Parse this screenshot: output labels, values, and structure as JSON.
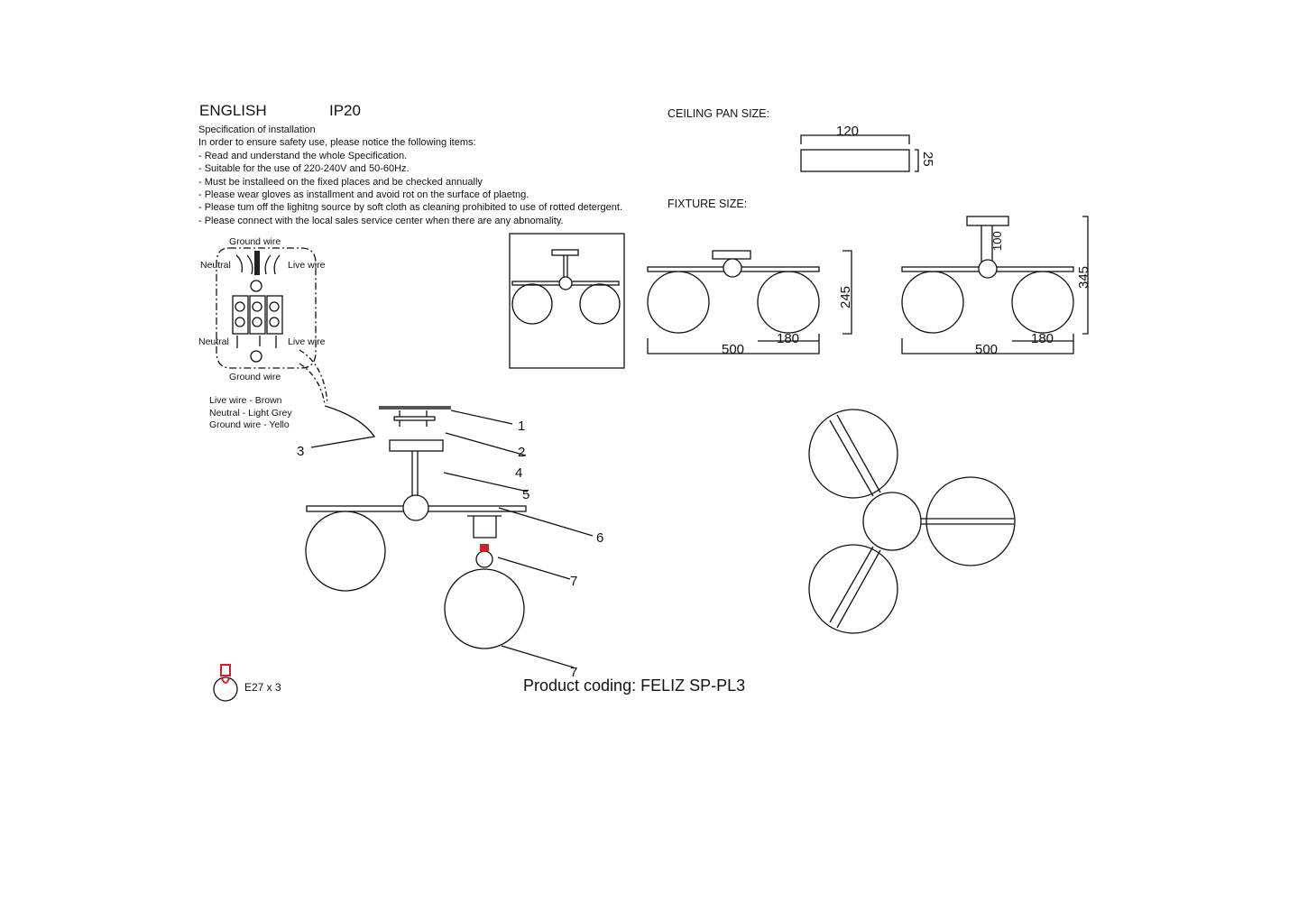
{
  "header": {
    "language": "ENGLISH",
    "rating": "IP20"
  },
  "spec": {
    "title": "Specification of installation",
    "intro": "In order to ensure safety use, please notice the following items:",
    "items": [
      "- Read and understand the whole Specification.",
      "- Suitable for the use of 220-240V and 50-60Hz.",
      "- Must be installeed on the fixed places and be checked annually",
      "- Please wear gloves as installment and avoid rot on the surface of plaetng.",
      "- Please tum off the lighitng source by soft cloth as cleaning prohibited to use of rotted detergent.",
      "- Please connect with the local sales service center when there are any abnomality."
    ]
  },
  "ceiling_pan": {
    "label": "CEILING PAN  SIZE:",
    "width": "120",
    "height": "25"
  },
  "fixture": {
    "label": "FIXTURE SIZE:",
    "width": "500",
    "globe": "180",
    "height_min": "245",
    "height_max": "345",
    "stem": "100"
  },
  "wiring": {
    "ground_top": "Ground wire",
    "neutral_top": "Neutral",
    "live_top": "Live wire",
    "neutral_bottom": "Neutral",
    "live_bottom": "Live wire",
    "ground_bottom": "Ground wire",
    "colors": [
      "Live wire - Brown",
      "Neutral - Light Grey",
      "Ground wire - Yello"
    ]
  },
  "parts": [
    "1",
    "2",
    "3",
    "4",
    "5",
    "6",
    "7",
    "7"
  ],
  "bulb": {
    "label": "E27 x 3",
    "color": "#d4202a"
  },
  "product": {
    "coding": "Product coding: FELIZ SP-PL3"
  }
}
